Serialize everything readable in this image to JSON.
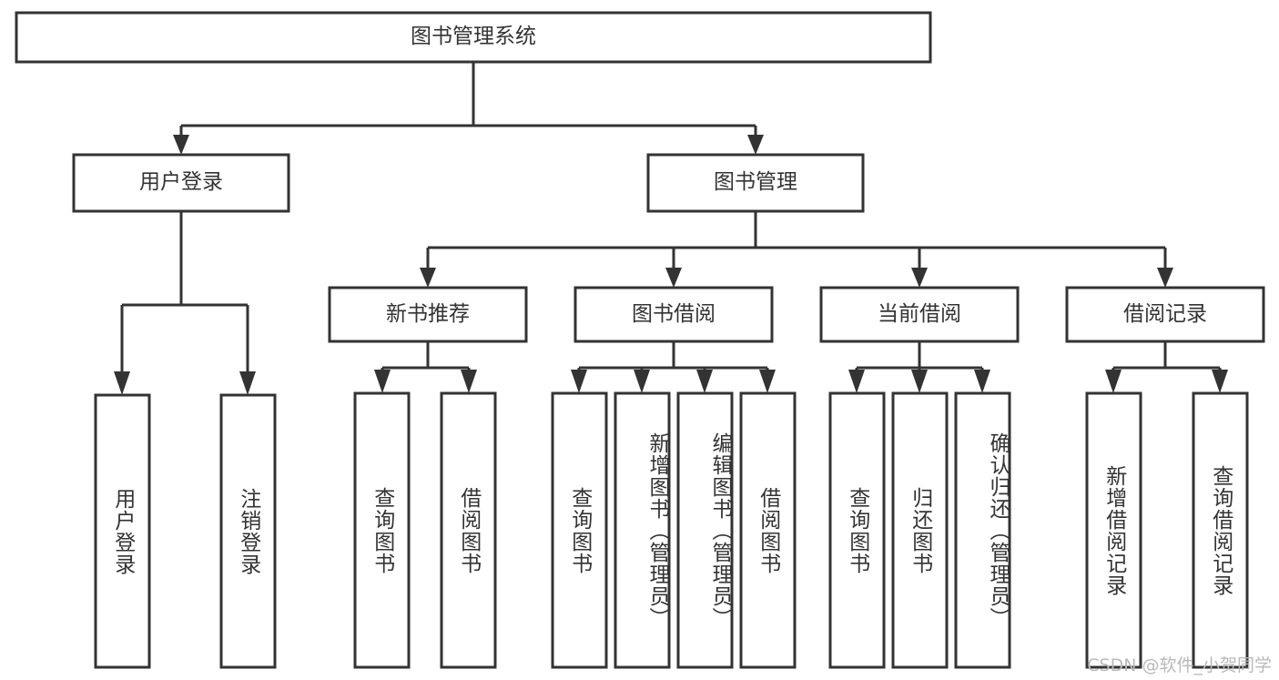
{
  "diagram": {
    "title": "图书管理系统",
    "type": "tree-hierarchy-diagram",
    "colors": {
      "stroke": "#333333",
      "fill": "#ffffff",
      "text": "#333333",
      "watermark": "#b9b9b9"
    },
    "root": {
      "label": "图书管理系统"
    },
    "level2": [
      {
        "label": "用户登录"
      },
      {
        "label": "图书管理"
      }
    ],
    "level3": [
      {
        "label": "新书推荐"
      },
      {
        "label": "图书借阅"
      },
      {
        "label": "当前借阅"
      },
      {
        "label": "借阅记录"
      }
    ],
    "leaves": {
      "user_login": [
        {
          "label": "用户登录"
        },
        {
          "label": "注销登录"
        }
      ],
      "new_book_recommend": [
        {
          "label": "查询图书"
        },
        {
          "label": "借阅图书"
        }
      ],
      "book_borrow": [
        {
          "label": "查询图书"
        },
        {
          "label": "新增图书（管理员）"
        },
        {
          "label": "编辑图书（管理员）"
        },
        {
          "label": "借阅图书"
        }
      ],
      "current_borrow": [
        {
          "label": "查询图书"
        },
        {
          "label": "归还图书"
        },
        {
          "label": "确认归还（管理员）"
        }
      ],
      "borrow_record": [
        {
          "label": "新增借阅记录"
        },
        {
          "label": "查询借阅记录"
        }
      ]
    },
    "watermark": "CSDN @软件_小贺同学"
  }
}
